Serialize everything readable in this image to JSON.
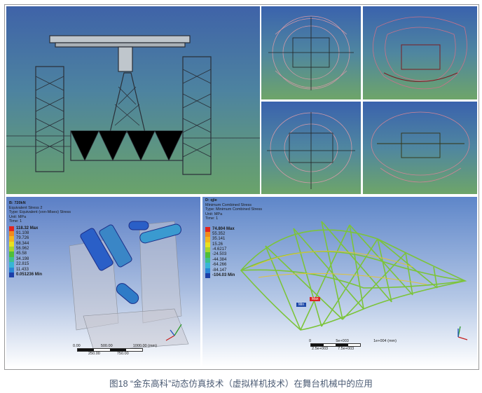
{
  "caption": "图18 “金东高科”动态仿真技术（虚拟样机技术）在舞台机械中的应用",
  "ansys_left": {
    "title": "B: 720kN",
    "lines": [
      "Equivalent Stress 2",
      "Type: Equivalent (von-Mises) Stress",
      "Unit: MPa",
      "Time: 1"
    ],
    "legend": [
      "118.32 Max",
      "91.108",
      "79.726",
      "68.344",
      "56.962",
      "45.58",
      "34.198",
      "22.815",
      "11.433",
      "0.051236 Min"
    ],
    "legend_colors": [
      "#e3261d",
      "#f08a1c",
      "#f2b51e",
      "#e9e020",
      "#a8d52a",
      "#4fbe3a",
      "#3ec08c",
      "#38b5d6",
      "#2a86d6",
      "#1c3fa8"
    ],
    "scale_top": [
      "0.00",
      "500.00",
      "1000.00 (mm)"
    ],
    "scale_bottom": [
      "250.00",
      "750.00"
    ]
  },
  "ansys_right": {
    "title": "D: qjie",
    "lines": [
      "Minimum Combined Stress",
      "Type: Minimum Combined Stress",
      "Unit: MPa",
      "Time: 1"
    ],
    "legend": [
      "74.804 Max",
      "55.352",
      "35.141",
      "15.26",
      "-4.6217",
      "-24.503",
      "-44.384",
      "-64.266",
      "-84.147",
      "-104.03 Min"
    ],
    "legend_colors": [
      "#e3261d",
      "#f08a1c",
      "#f2b51e",
      "#e9e020",
      "#a8d52a",
      "#4fbe3a",
      "#3ec08c",
      "#38b5d6",
      "#2a86d6",
      "#1c3fa8"
    ],
    "scale_top": [
      "0",
      "5e+003",
      "1e+004 (mm)"
    ],
    "scale_bottom": [
      "2.5e+003",
      "7.5e+003"
    ],
    "max_tag": "Max",
    "min_tag": "Min"
  }
}
